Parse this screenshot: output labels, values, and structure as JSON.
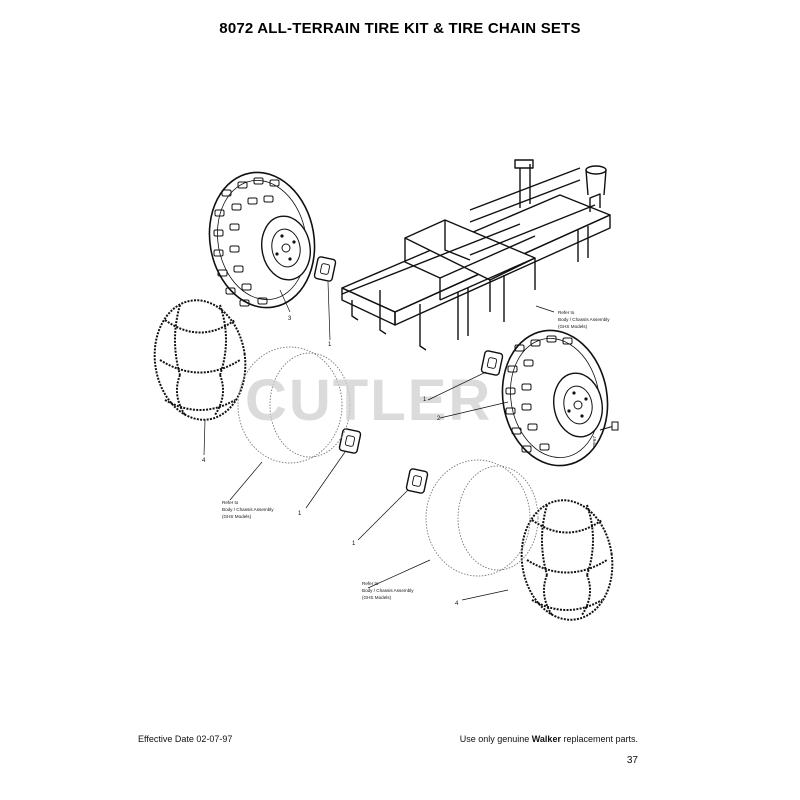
{
  "page": {
    "title": "8072 ALL-TERRAIN TIRE KIT & TIRE CHAIN SETS",
    "watermark": "CUTLER",
    "footer": {
      "effective_date": "Effective Date 02-07-97",
      "notice_before": "Use only genuine ",
      "notice_brand": "Walker",
      "notice_after": " replacement parts.",
      "page_number": "37"
    }
  },
  "diagram": {
    "callouts": {
      "c1a": "1",
      "c1b": "1",
      "c1c": "1",
      "c1d": "1",
      "c2": "2",
      "c3": "3",
      "c4a": "4",
      "c4b": "4",
      "code": "PF67"
    },
    "references": {
      "ref1": [
        "Refer to",
        "Body / Chassis Assembly",
        "(GHS Models)"
      ],
      "ref2": [
        "Refer to",
        "Body / Chassis Assembly",
        "(GHS Models)"
      ],
      "ref3": [
        "Refer to",
        "Body / Chassis Assembly",
        "(GHS Models)"
      ]
    }
  }
}
